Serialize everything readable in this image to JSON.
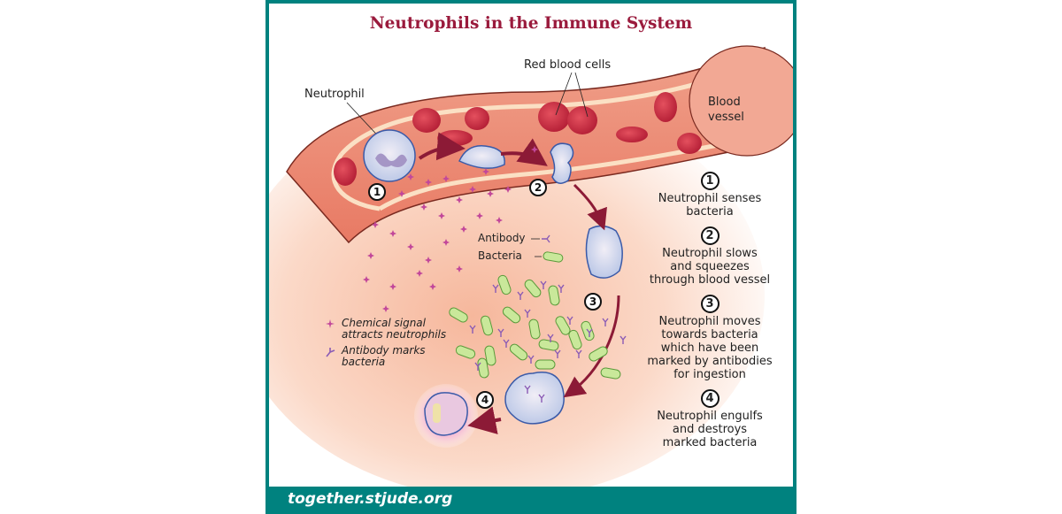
{
  "title": "Neutrophils in the Immune System",
  "labels": {
    "neutrophil": "Neutrophil",
    "red_blood_cells": "Red blood cells",
    "blood_vessel_line1": "Blood",
    "blood_vessel_line2": "vessel",
    "antibody": "Antibody",
    "bacteria": "Bacteria"
  },
  "badges": [
    "1",
    "2",
    "3",
    "4"
  ],
  "steps": [
    {
      "num": "1",
      "text": "Neutrophil senses\nbacteria"
    },
    {
      "num": "2",
      "text": "Neutrophil slows\nand squeezes\nthrough blood vessel"
    },
    {
      "num": "3",
      "text": "Neutrophil moves\ntowards bacteria\nwhich have been\nmarked by antibodies\nfor ingestion"
    },
    {
      "num": "4",
      "text": "Neutrophil engulfs\nand destroys\nmarked bacteria"
    }
  ],
  "legend": [
    {
      "icon": "chemical-signal-icon",
      "text": "Chemical signal\nattracts neutrophils"
    },
    {
      "icon": "antibody-icon",
      "text": "Antibody marks\nbacteria"
    }
  ],
  "footer": "together.stjude.org",
  "colors": {
    "frame": "#00827f",
    "title": "#9a1a3c",
    "vessel": "#e8806a",
    "red_cell": "#c8243c",
    "arrow": "#8c1a36",
    "bacteria": "#c9e89a",
    "signal": "#c2489a",
    "antibody": "#8a5bb5"
  }
}
